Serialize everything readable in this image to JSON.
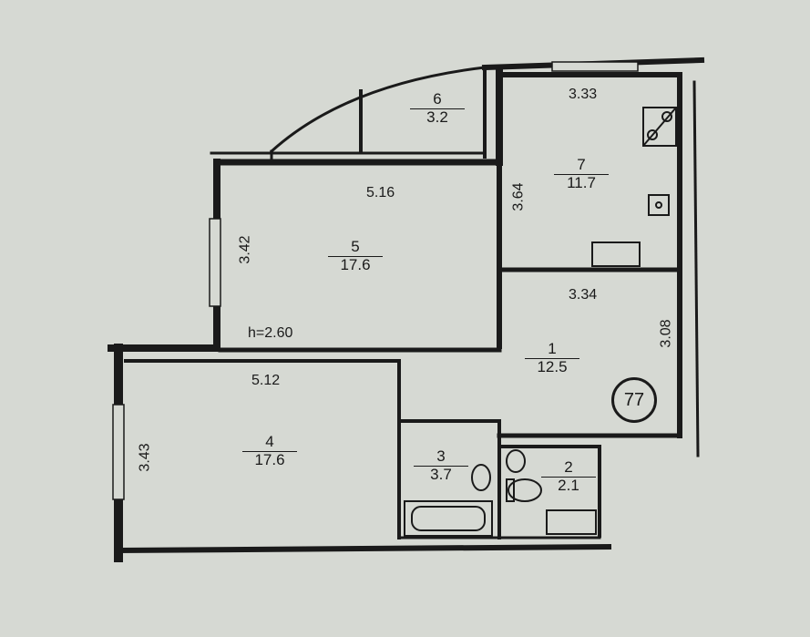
{
  "plan": {
    "ceiling_height": "h=2.60",
    "apartment_number": "77",
    "rooms": [
      {
        "id": "1",
        "num": "1",
        "area": "12.5"
      },
      {
        "id": "2",
        "num": "2",
        "area": "2.1"
      },
      {
        "id": "3",
        "num": "3",
        "area": "3.7"
      },
      {
        "id": "4",
        "num": "4",
        "area": "17.6"
      },
      {
        "id": "5",
        "num": "5",
        "area": "17.6"
      },
      {
        "id": "6",
        "num": "6",
        "area": "3.2"
      },
      {
        "id": "7",
        "num": "7",
        "area": "11.7"
      }
    ],
    "dimensions": {
      "kitchen_width": "3.33",
      "kitchen_depth": "3.64",
      "room5_width": "5.16",
      "room5_depth": "3.42",
      "hall_width": "3.34",
      "hall_depth": "3.08",
      "room4_width": "5.12",
      "room4_depth": "3.43"
    },
    "colors": {
      "paper": "#d6d9d3",
      "ink": "#1a1a1a"
    }
  }
}
